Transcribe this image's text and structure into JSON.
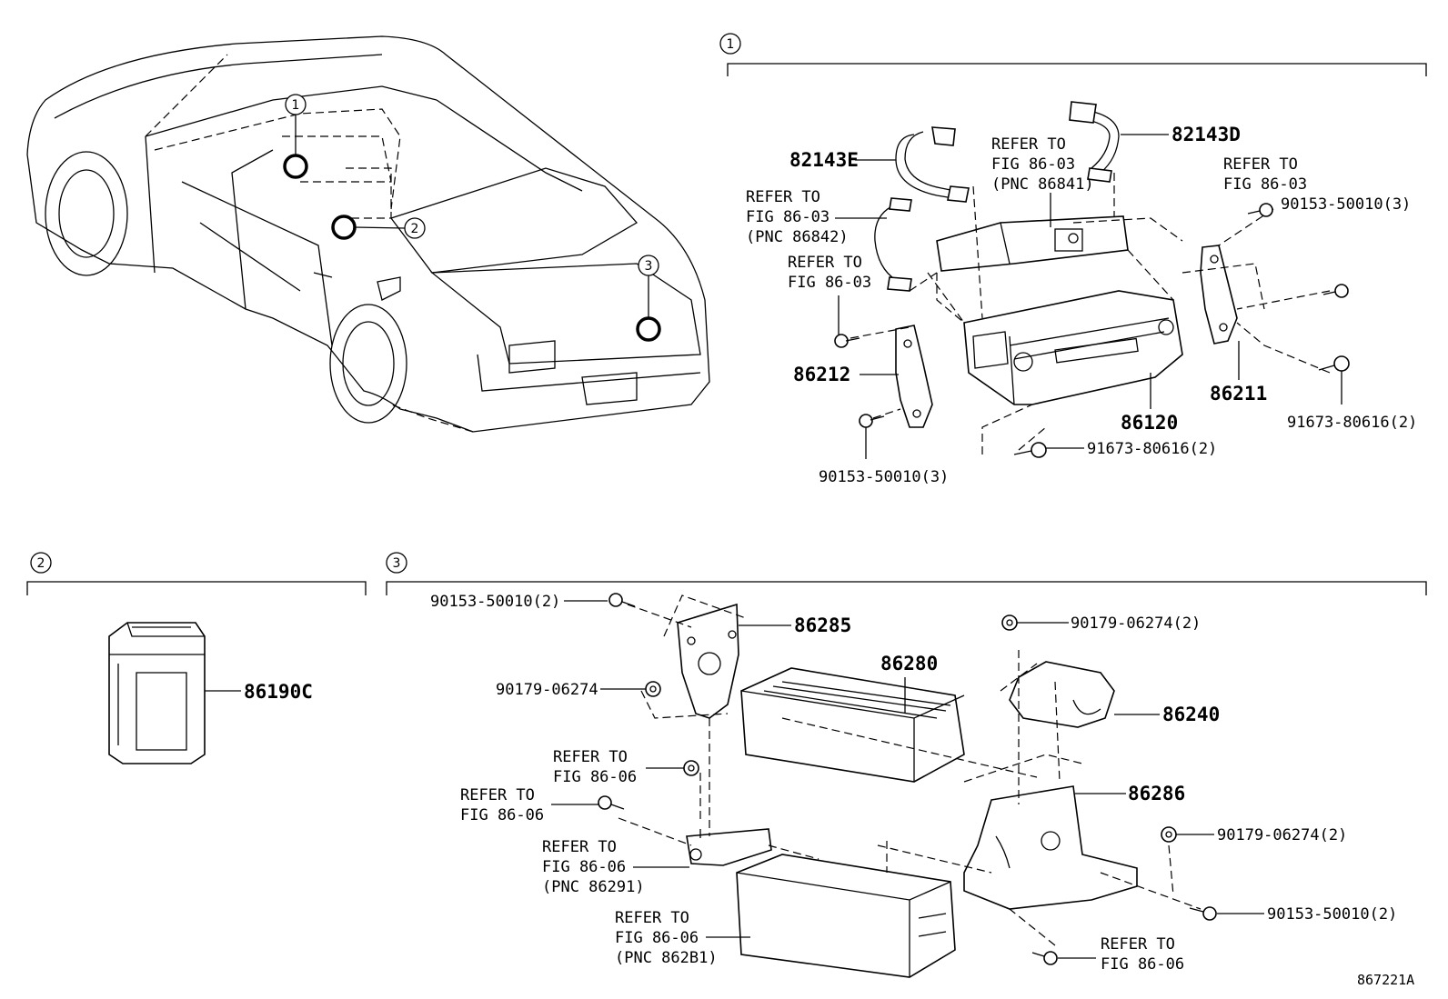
{
  "callouts": [
    "1",
    "2",
    "3"
  ],
  "section1": {
    "labels": {
      "p82143E": "82143E",
      "p82143D": "82143D",
      "ref_86841_l1": "REFER TO",
      "ref_86841_l2": "FIG 86-03",
      "ref_86841_l3": "(PNC 86841)",
      "ref_86842_l1": "REFER TO",
      "ref_86842_l2": "FIG 86-03",
      "ref_86842_l3": "(PNC 86842)",
      "ref_a_l1": "REFER TO",
      "ref_a_l2": "FIG 86-03",
      "ref_b_l1": "REFER TO",
      "ref_b_l2": "FIG 86-03",
      "bolt_r": "90153-50010(3)",
      "p86212": "86212",
      "p86211": "86211",
      "p86120": "86120",
      "screw_r": "91673-80616(2)",
      "screw_b": "91673-80616(2)",
      "bolt_b": "90153-50010(3)"
    }
  },
  "section2": {
    "labels": {
      "p86190C": "86190C"
    }
  },
  "section3": {
    "labels": {
      "bolt_tl": "90153-50010(2)",
      "p86285": "86285",
      "nut_tr": "90179-06274(2)",
      "nut_l": "90179-06274",
      "p86280": "86280",
      "p86240": "86240",
      "ref_c_l1": "REFER TO",
      "ref_c_l2": "FIG 86-06",
      "ref_d_l1": "REFER TO",
      "ref_d_l2": "FIG 86-06",
      "p86286": "86286",
      "ref_e_l1": "REFER TO",
      "ref_e_l2": "FIG 86-06",
      "ref_e_l3": "(PNC 86291)",
      "nut_r": "90179-06274(2)",
      "bolt_br": "90153-50010(2)",
      "ref_f_l1": "REFER TO",
      "ref_f_l2": "FIG 86-06",
      "ref_f_l3": "(PNC 862B1)",
      "ref_g_l1": "REFER TO",
      "ref_g_l2": "FIG 86-06"
    }
  },
  "figure_id": "867221A"
}
